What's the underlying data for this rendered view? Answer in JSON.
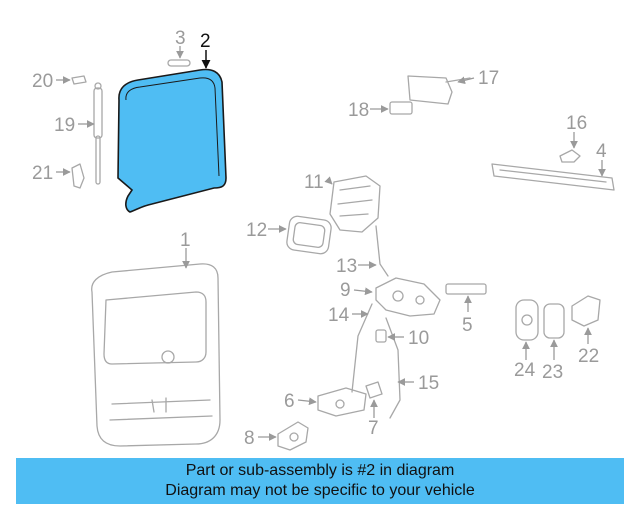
{
  "callouts": [
    "1",
    "2",
    "3",
    "4",
    "5",
    "6",
    "7",
    "8",
    "9",
    "10",
    "11",
    "12",
    "13",
    "14",
    "15",
    "16",
    "17",
    "18",
    "19",
    "20",
    "21",
    "22",
    "23",
    "24"
  ],
  "highlight": {
    "number": "2",
    "color": "#4fbdf3",
    "outline": "#1a1a1a"
  },
  "banner": {
    "line1": "Part or sub-assembly is #2 in diagram",
    "line2": "Diagram may not be specific to your vehicle",
    "color": "#4fbdf3"
  },
  "colors": {
    "part_lines": "#a8a8a8",
    "callout_text": "#9a9a9a"
  }
}
